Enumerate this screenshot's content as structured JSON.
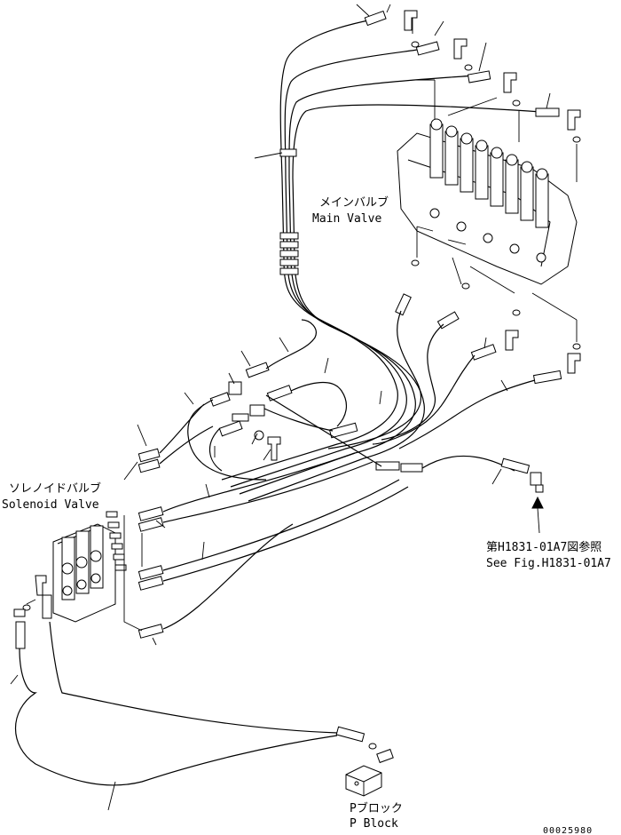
{
  "labels": {
    "main_valve_jp": "メインバルブ",
    "main_valve_en": "Main Valve",
    "solenoid_valve_jp": "ソレノイドバルブ",
    "solenoid_valve_en": "Solenoid Valve",
    "see_fig_jp": "第H1831-01A7図参照",
    "see_fig_en": "See Fig.H1831-01A7",
    "p_block_jp": "Pブロック",
    "p_block_en": "P Block",
    "drawing_number": "00025980"
  }
}
